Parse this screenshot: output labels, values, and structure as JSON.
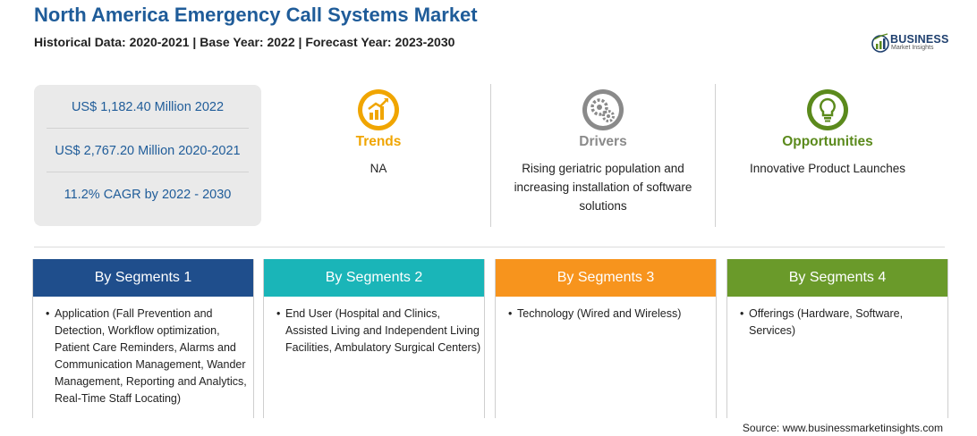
{
  "header": {
    "title": "North America Emergency Call Systems Market",
    "subtitle": "Historical Data: 2020-2021 | Base Year: 2022 | Forecast Year: 2023-2030"
  },
  "logo": {
    "word": "BUSINESS",
    "sub": "Market Insights"
  },
  "stats": {
    "market_2022": "US$ 1,182.40 Million 2022",
    "market_hist": "US$ 2,767.20 Million 2020-2021",
    "cagr": "11.2% CAGR by 2022 - 2030"
  },
  "factors": [
    {
      "label": "Trends",
      "text": "NA",
      "color": "#f0a500",
      "icon": "growth-chart-icon"
    },
    {
      "label": "Drivers",
      "text": "Rising geriatric population and increasing installation of software solutions",
      "color": "#8a8a8a",
      "icon": "gears-icon"
    },
    {
      "label": "Opportunities",
      "text": "Innovative Product Launches",
      "color": "#5b8a1c",
      "icon": "lightbulb-icon"
    }
  ],
  "segments": [
    {
      "title": "By Segments 1",
      "color": "#1f4e8c",
      "items": [
        "Application (Fall Prevention and Detection, Workflow optimization, Patient Care Reminders, Alarms and Communication Management, Wander Management, Reporting and Analytics, Real-Time Staff Locating)"
      ]
    },
    {
      "title": "By Segments 2",
      "color": "#1ab5b8",
      "items": [
        "End User (Hospital and Clinics, Assisted Living and Independent Living Facilities, Ambulatory Surgical Centers)"
      ]
    },
    {
      "title": "By Segments 3",
      "color": "#f7941d",
      "items": [
        "Technology (Wired and Wireless)"
      ]
    },
    {
      "title": "By Segments 4",
      "color": "#6a9a2a",
      "items": [
        "Offerings (Hardware, Software, Services)"
      ]
    }
  ],
  "bullet": "•",
  "source": "Source: www.businessmarketinsights.com"
}
